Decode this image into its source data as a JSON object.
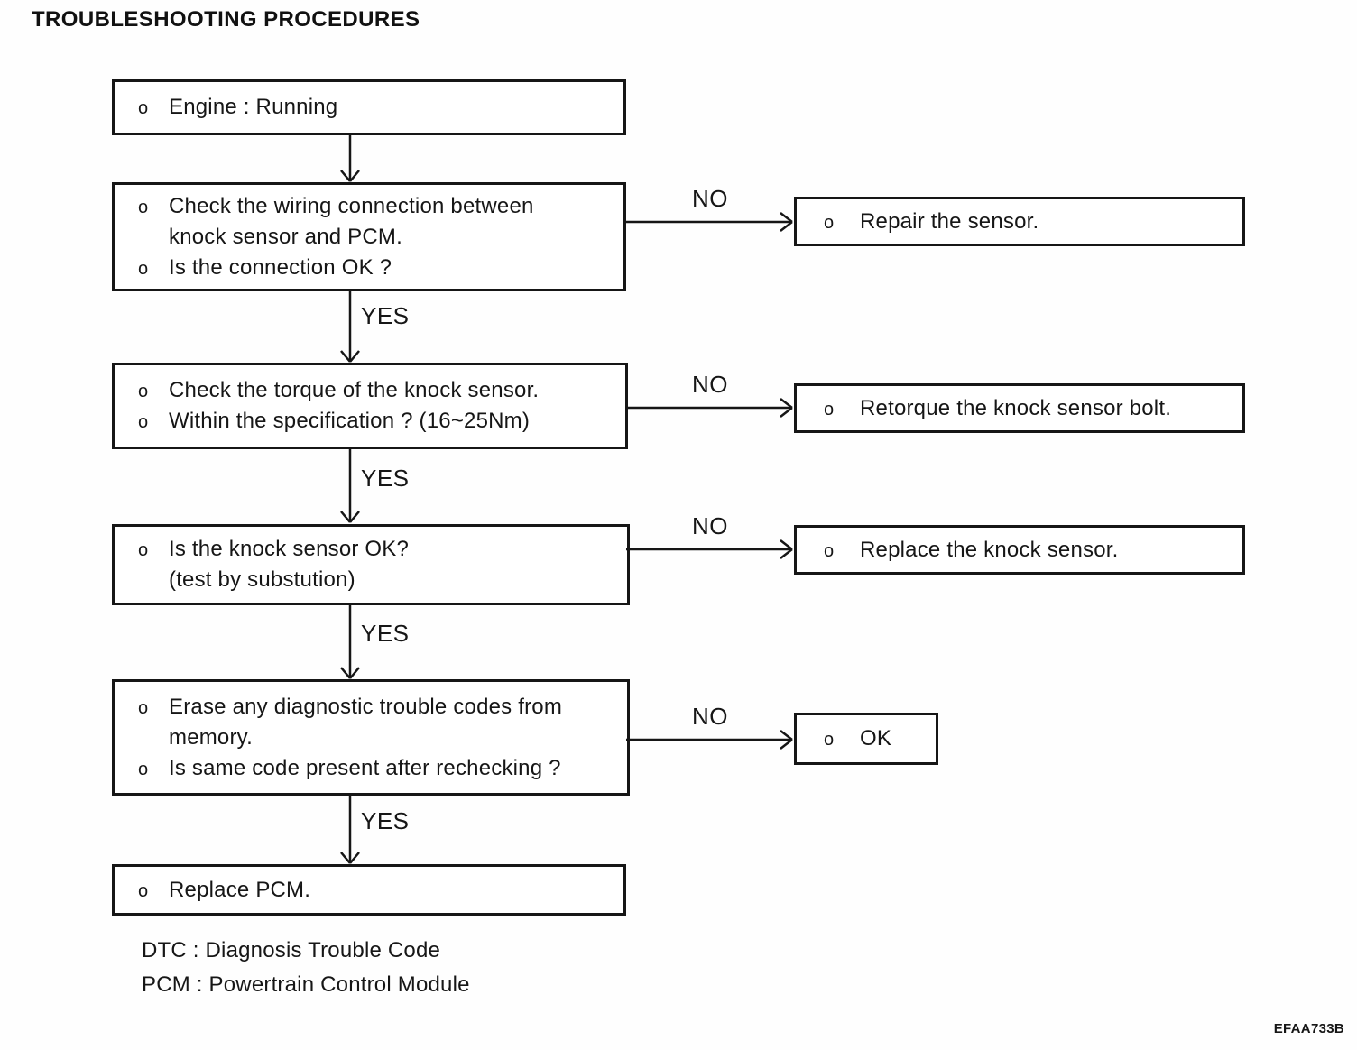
{
  "title": "TROUBLESHOOTING PROCEDURES",
  "figure_code": "EFAA733B",
  "flow": {
    "yes_label": "YES",
    "no_label": "NO",
    "boxes": [
      {
        "name": "engine-running",
        "lines": [
          {
            "bullet": "o",
            "text": "Engine : Running"
          }
        ]
      },
      {
        "name": "check-wiring-connection",
        "lines": [
          {
            "bullet": "o",
            "text": "Check the wiring connection between"
          },
          {
            "bullet": "",
            "text": "knock sensor and PCM."
          },
          {
            "bullet": "o",
            "text": "Is the connection OK ?"
          }
        ]
      },
      {
        "name": "check-torque",
        "lines": [
          {
            "bullet": "o",
            "text": "Check the torque of the knock sensor."
          },
          {
            "bullet": "o",
            "text": "Within the specification ? (16~25Nm)"
          }
        ]
      },
      {
        "name": "knock-sensor-ok",
        "lines": [
          {
            "bullet": "o",
            "text": "Is the knock sensor OK?"
          },
          {
            "bullet": "",
            "text": "(test by substution)"
          }
        ]
      },
      {
        "name": "erase-dtc",
        "lines": [
          {
            "bullet": "o",
            "text": "Erase any diagnostic trouble codes from"
          },
          {
            "bullet": "",
            "text": "memory."
          },
          {
            "bullet": "o",
            "text": "Is same code present after rechecking ?"
          }
        ]
      },
      {
        "name": "replace-pcm",
        "lines": [
          {
            "bullet": "o",
            "text": "Replace PCM."
          }
        ]
      }
    ],
    "actions": [
      {
        "name": "repair-sensor",
        "bullet": "o",
        "text": "Repair the sensor."
      },
      {
        "name": "retorque-bolt",
        "bullet": "o",
        "text": "Retorque the knock sensor bolt."
      },
      {
        "name": "replace-knock-sensor",
        "bullet": "o",
        "text": "Replace the knock sensor."
      },
      {
        "name": "ok",
        "bullet": "o",
        "text": "OK"
      }
    ]
  },
  "notes": [
    "DTC : Diagnosis Trouble Code",
    "PCM : Powertrain Control Module"
  ]
}
